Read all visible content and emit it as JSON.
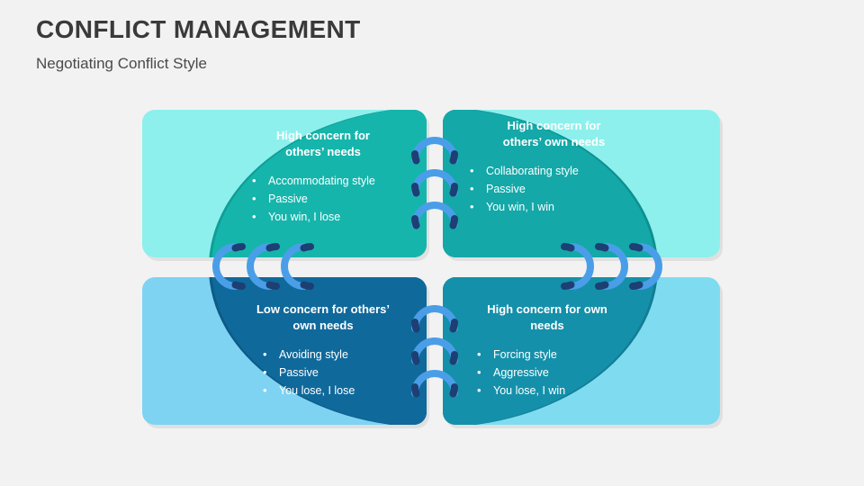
{
  "header": {
    "title": "CONFLICT MANAGEMENT",
    "subtitle": "Negotiating Conflict Style"
  },
  "colors": {
    "background": "#f2f2f2",
    "title_text": "#3a3a3a",
    "subtitle_text": "#4a4a4a",
    "card_text": "#ffffff",
    "top_left_card": "#8df0ec",
    "top_left_ellipse": "#16b5ac",
    "top_right_card": "#14a8a8",
    "top_right_outer": "#8df0ec",
    "bottom_left_card": "#7ed3f2",
    "bottom_left_ellipse": "#10699b",
    "bottom_right_card": "#1590aa",
    "bottom_right_outer": "#7fdcf0",
    "ring_arc": "#4a9ee8",
    "ring_tip": "#1d3f73"
  },
  "diagram": {
    "type": "2x2-matrix-spiral-notebook",
    "quadrants": [
      {
        "id": "accommodating",
        "position": "top-left",
        "heading": "High concern for\nothers’ needs",
        "bullets": [
          "Accommodating style",
          "Passive",
          "You win, I lose"
        ]
      },
      {
        "id": "collaborating",
        "position": "top-right",
        "heading": "High concern for\nothers’ own needs",
        "bullets": [
          "Collaborating style",
          "Passive",
          "You win, I win"
        ]
      },
      {
        "id": "avoiding",
        "position": "bottom-left",
        "heading": "Low concern for others’\nown needs",
        "bullets": [
          "Avoiding style",
          "Passive",
          "You lose, I lose"
        ]
      },
      {
        "id": "forcing",
        "position": "bottom-right",
        "heading": "High concern for own\nneeds",
        "bullets": [
          "Forcing style",
          "Aggressive",
          "You lose, I win"
        ]
      }
    ]
  }
}
